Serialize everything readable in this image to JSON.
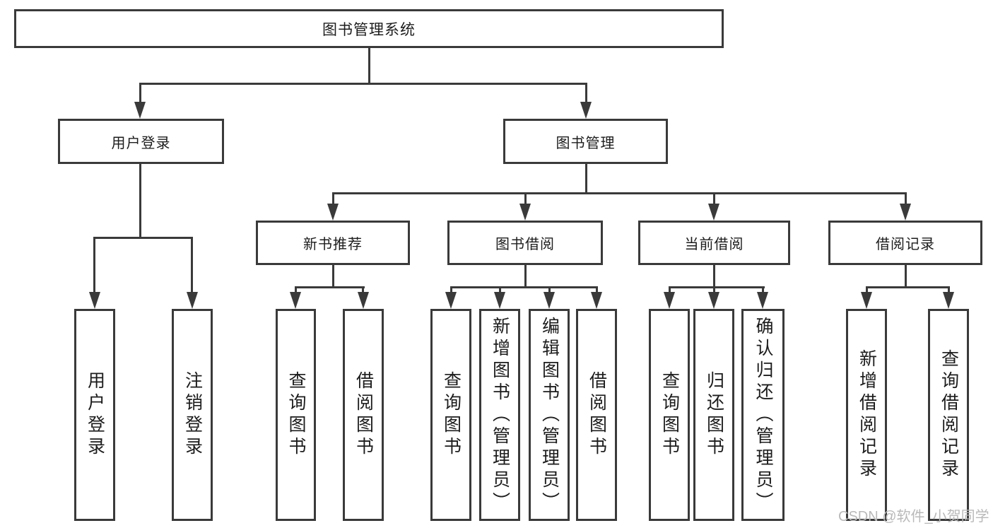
{
  "diagram": {
    "watermark": "CSDN @软件_小贺同学",
    "colors": {
      "line": "#3a3a3a",
      "text": "#1c1c1c",
      "watermark": "#b9b9b9",
      "background": "#ffffff"
    },
    "root": {
      "label": "图书管理系统"
    },
    "branches": [
      {
        "label": "用户登录",
        "children": [
          {
            "label": "用户登录"
          },
          {
            "label": "注销登录"
          }
        ]
      },
      {
        "label": "图书管理",
        "children": [
          {
            "label": "新书推荐",
            "children": [
              {
                "label": "查询图书"
              },
              {
                "label": "借阅图书"
              }
            ]
          },
          {
            "label": "图书借阅",
            "children": [
              {
                "label": "查询图书"
              },
              {
                "label": "新增图书（管理员）"
              },
              {
                "label": "编辑图书（管理员）"
              },
              {
                "label": "借阅图书"
              }
            ]
          },
          {
            "label": "当前借阅",
            "children": [
              {
                "label": "查询图书"
              },
              {
                "label": "归还图书"
              },
              {
                "label": "确认归还（管理员）"
              }
            ]
          },
          {
            "label": "借阅记录",
            "children": [
              {
                "label": "新增借阅记录"
              },
              {
                "label": "查询借阅记录"
              }
            ]
          }
        ]
      }
    ]
  }
}
